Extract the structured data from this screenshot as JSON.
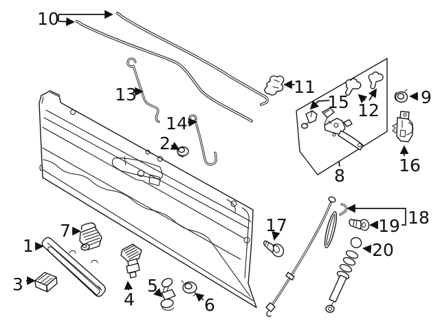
{
  "diagram": {
    "title": "tailgate-parts-exploded-diagram",
    "background": "#ffffff",
    "line_color": "#161616",
    "label_color": "#111111",
    "callouts": {
      "c1": {
        "label": "1"
      },
      "c2": {
        "label": "2"
      },
      "c3": {
        "label": "3"
      },
      "c4": {
        "label": "4"
      },
      "c5": {
        "label": "5"
      },
      "c6": {
        "label": "6"
      },
      "c7": {
        "label": "7"
      },
      "c8": {
        "label": "8"
      },
      "c9": {
        "label": "9"
      },
      "c10": {
        "label": "10"
      },
      "c11": {
        "label": "11"
      },
      "c12": {
        "label": "12"
      },
      "c13": {
        "label": "13"
      },
      "c14": {
        "label": "14"
      },
      "c15": {
        "label": "15"
      },
      "c16": {
        "label": "16"
      },
      "c17": {
        "label": "17"
      },
      "c18": {
        "label": "18"
      },
      "c19": {
        "label": "19"
      },
      "c20": {
        "label": "20"
      }
    }
  }
}
